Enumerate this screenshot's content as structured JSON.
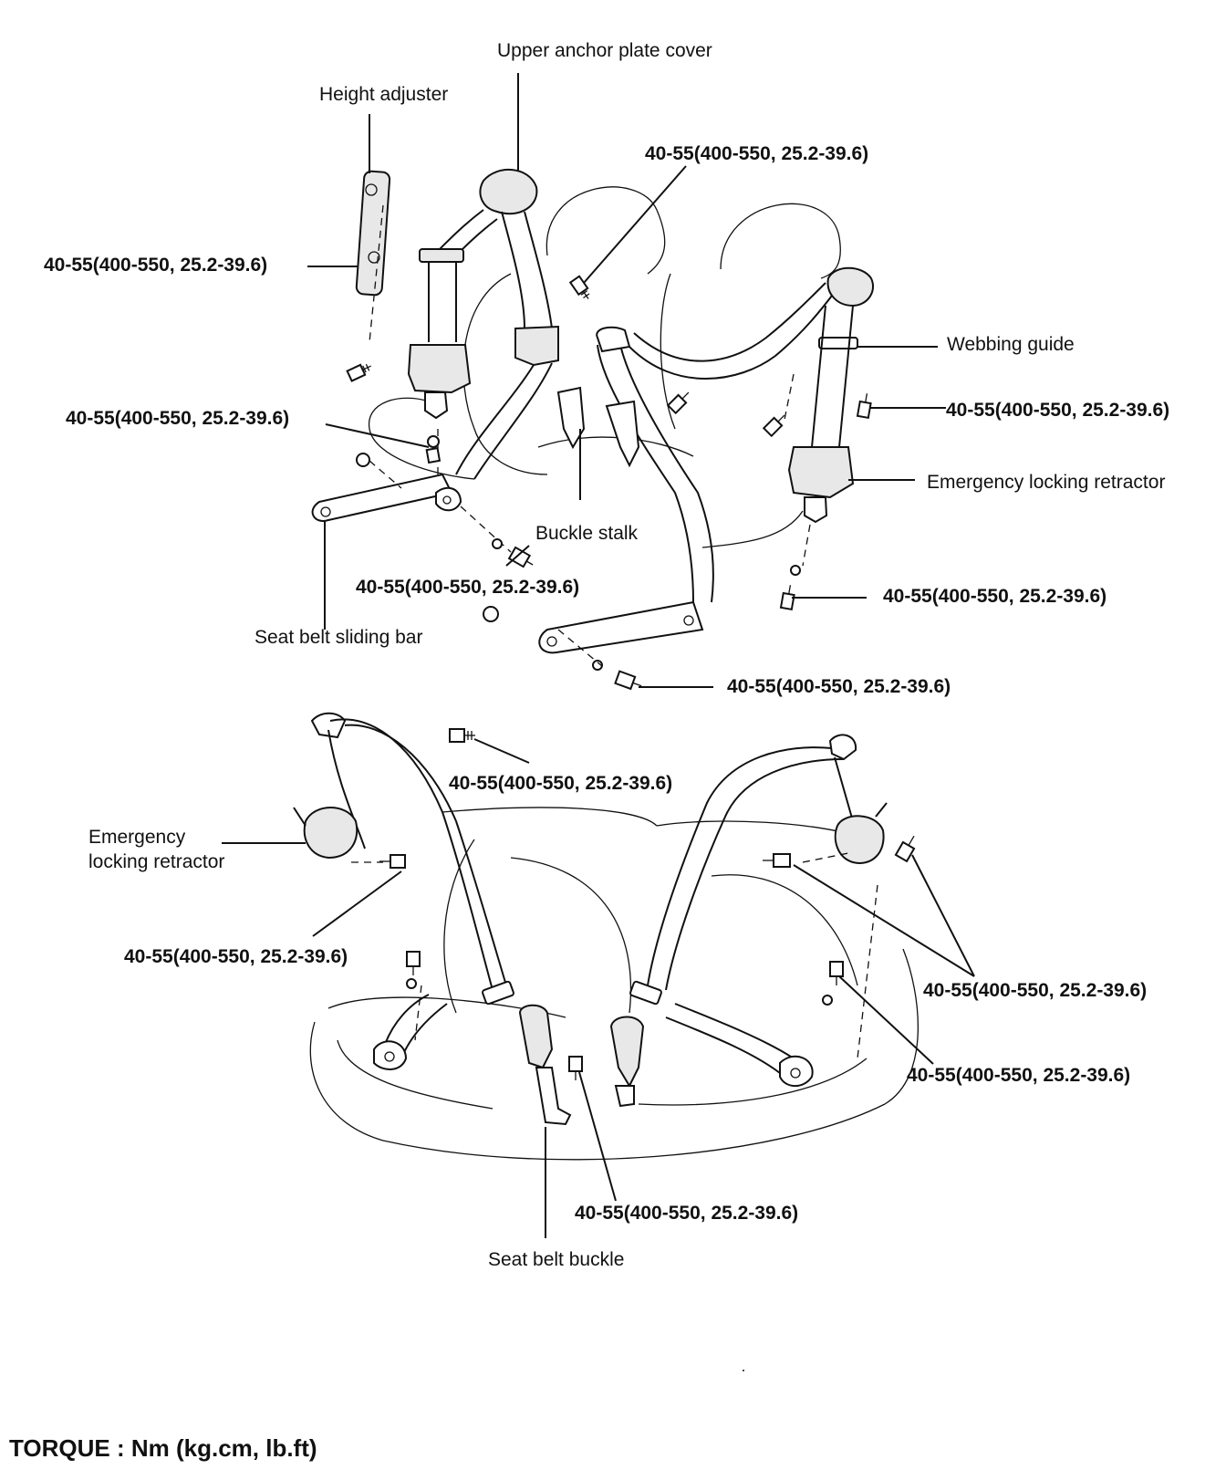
{
  "labels": {
    "upper_anchor_plate_cover": "Upper anchor plate cover",
    "height_adjuster": "Height adjuster",
    "webbing_guide": "Webbing guide",
    "emergency_locking_retractor_front": "Emergency locking retractor",
    "buckle_stalk": "Buckle stalk",
    "seat_belt_sliding_bar": "Seat belt sliding bar",
    "emergency_locking_retractor_rear_line1": "Emergency",
    "emergency_locking_retractor_rear_line2": "locking retractor",
    "seat_belt_buckle": "Seat belt buckle"
  },
  "torque_spec": "40-55(400-550, 25.2-39.6)",
  "footer": {
    "torque_units": "TORQUE : Nm (kg.cm, lb.ft)"
  }
}
